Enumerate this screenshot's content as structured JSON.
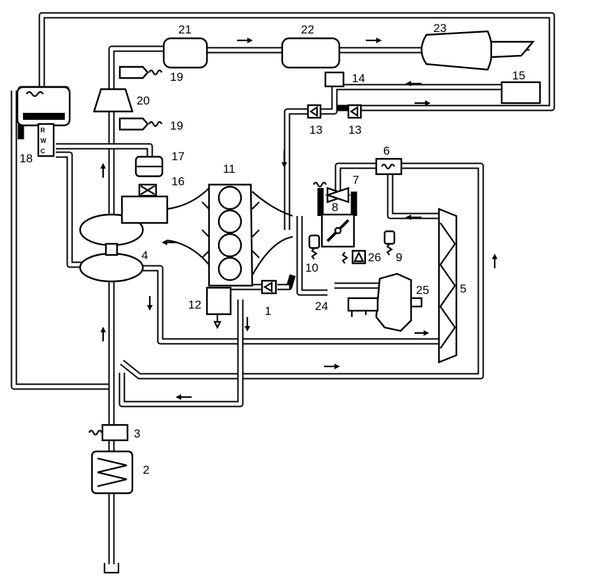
{
  "labels": {
    "n1": "1",
    "n2": "2",
    "n3": "3",
    "n4": "4",
    "n5": "5",
    "n6": "6",
    "n7": "7",
    "n8": "8",
    "n9": "9",
    "n10": "10",
    "n11": "11",
    "n12": "12",
    "n13a": "13",
    "n13b": "13",
    "n14": "14",
    "n15": "15",
    "n16": "16",
    "n17": "17",
    "n18": "18",
    "n19a": "19",
    "n19b": "19",
    "n20": "20",
    "n21": "21",
    "n22": "22",
    "n23": "23",
    "n24": "24",
    "n25": "25",
    "n26": "26"
  },
  "valve_ports": {
    "r": "R",
    "w": "W",
    "c": "C"
  }
}
